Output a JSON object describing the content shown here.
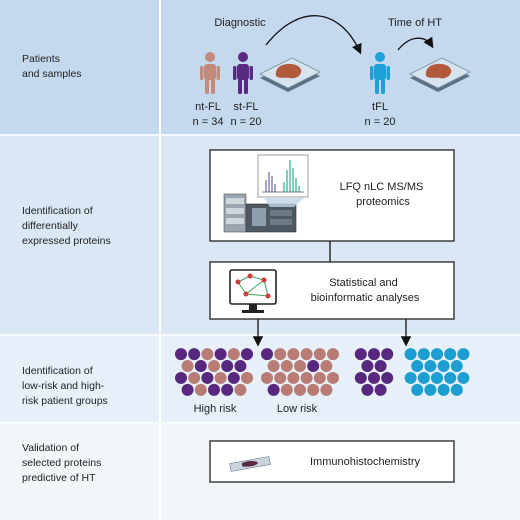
{
  "header": {
    "diagnostic": "Diagnostic",
    "time_of_ht": "Time of HT"
  },
  "rows": [
    {
      "lines": [
        "Patients",
        "and samples"
      ]
    },
    {
      "lines": [
        "Identification of",
        "differentially",
        "expressed proteins"
      ]
    },
    {
      "lines": [
        "Identification of",
        "low-risk and high-",
        "risk patient groups"
      ]
    },
    {
      "lines": [
        "Validation of",
        "selected proteins",
        "predictive of HT"
      ]
    }
  ],
  "patients": [
    {
      "name": "nt-FL",
      "n": "n = 34",
      "color": "#c28b7c"
    },
    {
      "name": "st-FL",
      "n": "n = 20",
      "color": "#5a2a82"
    },
    {
      "name": "tFL",
      "n": "n = 20",
      "color": "#1ea1d8"
    }
  ],
  "boxes": {
    "proteomics": [
      "LFQ nLC MS/MS",
      "proteomics"
    ],
    "analysis": [
      "Statistical and",
      "bioinformatic analyses"
    ],
    "ihc": "Immunohistochemistry"
  },
  "groups": {
    "high_risk": "High risk",
    "low_risk": "Low risk"
  },
  "colors": {
    "band1": "#c4d8ee",
    "band2": "#dae8f5",
    "band3": "#e7f0f9",
    "band4": "#f1f6fb",
    "mauve": "#b87c74",
    "purple": "#57287e",
    "cyan": "#1c9fd0",
    "tissue": "#b25a3c"
  },
  "icons": [
    "person-icon",
    "tissue-slide-icon",
    "mass-spectrometer-icon",
    "spectrum-chart-icon",
    "network-monitor-icon",
    "microscope-slide-icon"
  ]
}
